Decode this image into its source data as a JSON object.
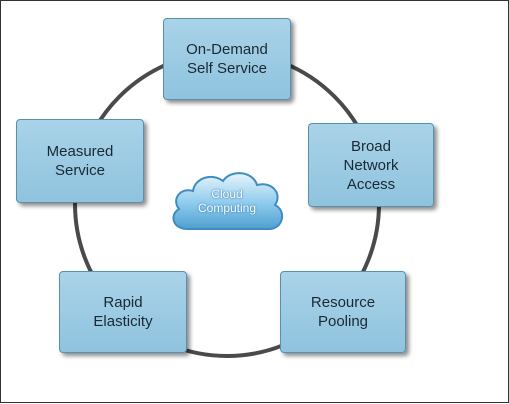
{
  "diagram": {
    "center": {
      "label": "Cloud\nComputing",
      "icon": "cloud-icon"
    },
    "nodes": [
      {
        "label": "On-Demand\nSelf Service"
      },
      {
        "label": "Broad\nNetwork\nAccess"
      },
      {
        "label": "Resource\nPooling"
      },
      {
        "label": "Rapid\nElasticity"
      },
      {
        "label": "Measured\nService"
      }
    ],
    "colors": {
      "node_fill": "#9ccbe3",
      "ring": "#4a4a4a",
      "cloud": "#7fbfe6"
    }
  }
}
